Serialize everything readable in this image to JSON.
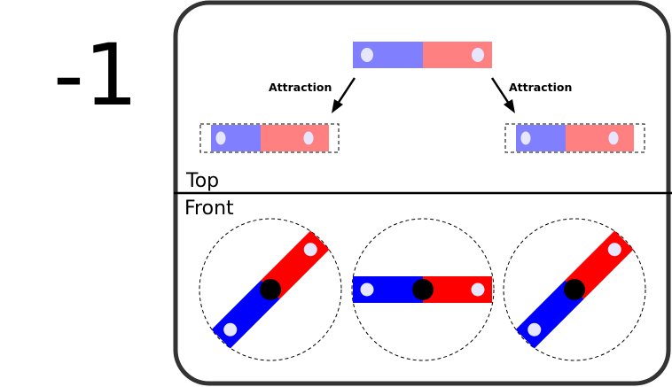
{
  "panel_number": "-1",
  "sections": {
    "top_label": "Top",
    "front_label": "Front"
  },
  "top_view": {
    "left_arrow_label": "Attraction",
    "right_arrow_label": "Attraction"
  },
  "colors": {
    "frame": "#333333",
    "blue_light": "#8080ff",
    "red_light": "#ff8080",
    "blue_dark": "#0000ff",
    "red_dark": "#ff0000",
    "dot": "#e6e6ff",
    "pivot": "#000000"
  }
}
